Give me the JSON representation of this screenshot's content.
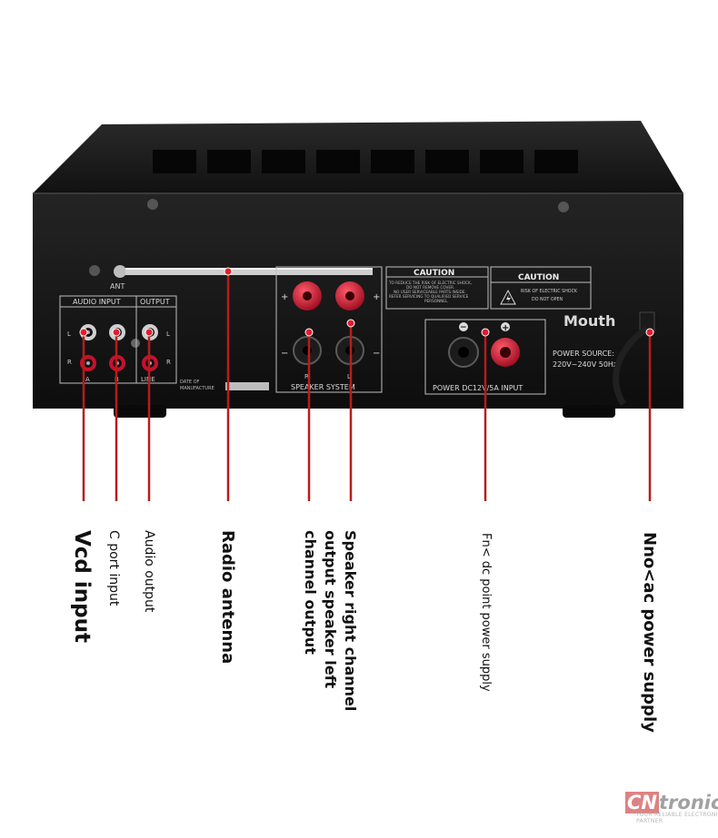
{
  "panel": {
    "ant": "ANT",
    "audio_input": "AUDIO INPUT",
    "output": "OUTPUT",
    "jack_l": "L",
    "jack_r": "R",
    "jack_a": "A",
    "jack_b": "B",
    "line": "LINE",
    "date_of": "DATE OF",
    "manufacture": "MANUFACTURE",
    "plus": "+",
    "minus": "−",
    "speaker_r": "R",
    "speaker_l": "L",
    "speaker_system": "SPEAKER SYSTEM",
    "caution": "CAUTION",
    "caution_small": [
      "TO REDUCE THE RISK OF ELECTRIC SHOCK,",
      "DO NOT REMOVE COVER.",
      "NO USER SERVICEABLE PARTS INSIDE.",
      "REFER SERVICING TO QUALIFIED SERVICE",
      "PERSONNEL."
    ],
    "risk_of_shock": "RISK OF ELECTRIC SHOCK",
    "do_not_open": "DO NOT OPEN",
    "power_source_line1": "POWER SOURCE:",
    "power_source_line2": "220V~240V 50Hz",
    "power_dc": "POWER DC12V/5A INPUT"
  },
  "overlay": {
    "mouth": "Mouth",
    "logo_cn": "CN",
    "logo_rest": "tronic",
    "logo_sub": "YOUR RELIABLE ELECTRONIC PARTNER"
  },
  "labels": {
    "vcd_input": "Vcd input",
    "c_port_input": "C port input",
    "audio_output": "Audio output",
    "radio_antenna": "Radio antenna",
    "speaker_line1": "Speaker right channel",
    "speaker_line2": "output speaker left",
    "speaker_line3": "channel output",
    "dc_power": "Fn< dc point power supply",
    "ac_power": "Nno<ac power supply"
  },
  "colors": {
    "body": "#141414",
    "panel_line": "#bfbfbf",
    "terminal_red": "#c8102e",
    "leader_red": "#b71c1c"
  }
}
